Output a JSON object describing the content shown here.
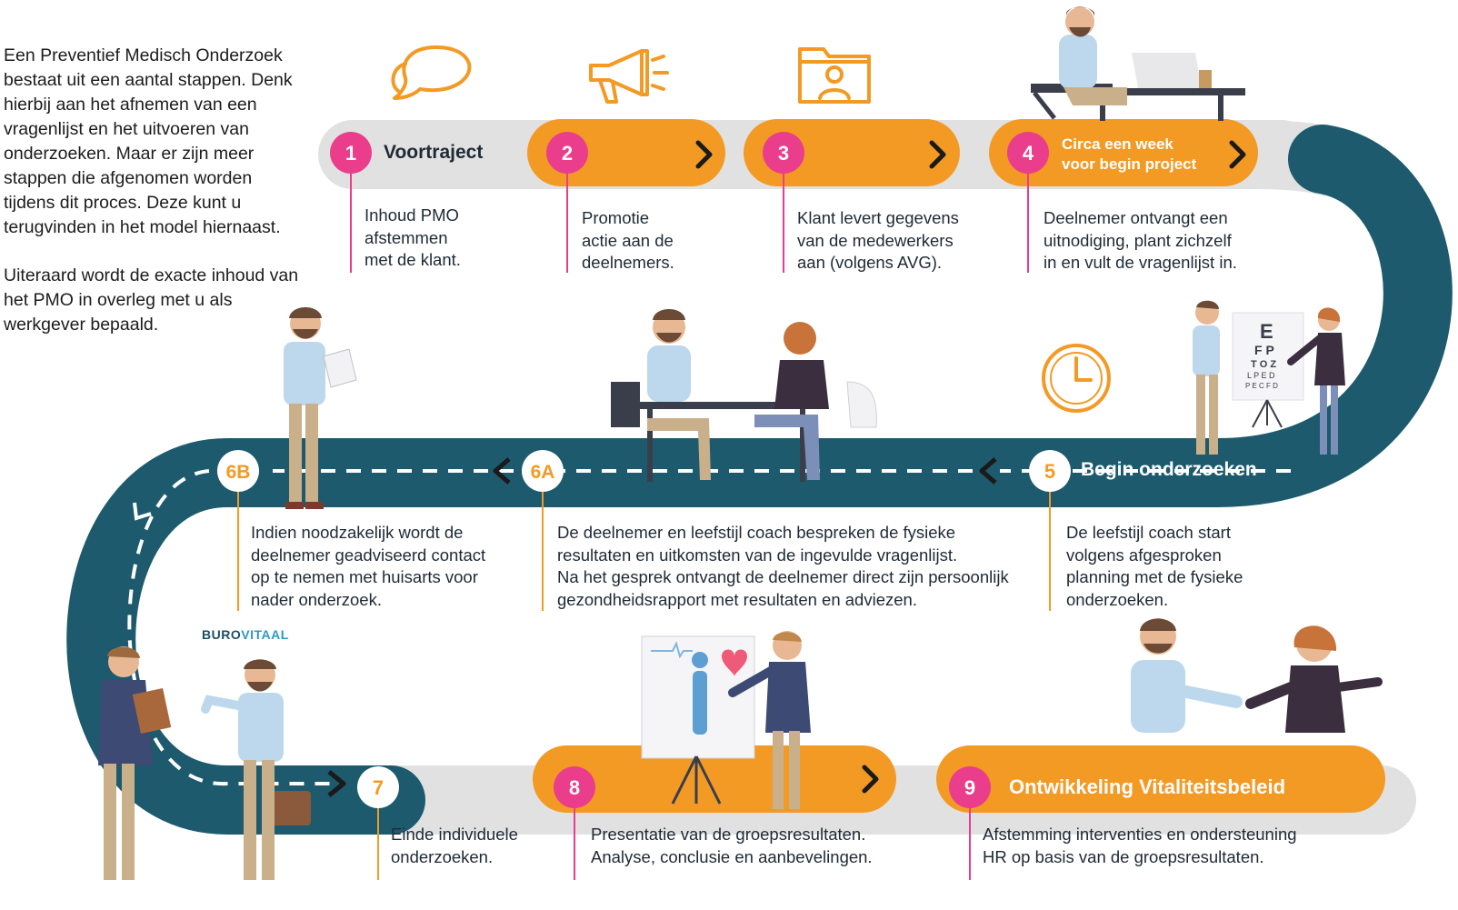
{
  "intro": {
    "paragraph1": "Een Preventief Medisch Onderzoek bestaat uit een aantal stappen. Denk hierbij aan het afnemen van een vragenlijst en het uitvoeren van onderzoeken. Maar er zijn meer stappen die afgenomen worden tijdens dit proces. Deze kunt u terugvinden in het model hiernaast.",
    "paragraph2": "Uiteraard wordt de exacte inhoud van het PMO in overleg met u als werkgever bepaald."
  },
  "steps": [
    {
      "badge": "1",
      "label": "Voortraject",
      "desc": [
        "Inhoud PMO",
        "afstemmen",
        "met de klant."
      ]
    },
    {
      "badge": "2",
      "label": "",
      "desc": [
        "Promotie",
        "actie aan de",
        "deelnemers."
      ]
    },
    {
      "badge": "3",
      "label": "",
      "desc": [
        "Klant levert gegevens",
        "van de medewerkers",
        "aan (volgens AVG)."
      ]
    },
    {
      "badge": "4",
      "label": [
        "Circa een week",
        "voor begin project"
      ],
      "desc": [
        "Deelnemer ontvangt een",
        "uitnodiging, plant zichzelf",
        "in en vult de vragenlijst in."
      ]
    },
    {
      "badge": "5",
      "label": "Begin onderzoeken",
      "desc": [
        "De leefstijl coach start",
        "volgens afgesproken",
        "planning met de fysieke",
        "onderzoeken."
      ]
    },
    {
      "badge": "6A",
      "label": "",
      "desc": [
        "De deelnemer en leefstijl coach bespreken de fysieke",
        "resultaten en uitkomsten van de ingevulde vragenlijst.",
        "Na het gesprek ontvangt de deelnemer direct zijn persoonlijk",
        "gezondheidsrapport met resultaten en adviezen."
      ]
    },
    {
      "badge": "6B",
      "label": "",
      "desc": [
        "Indien noodzakelijk wordt de",
        "deelnemer geadviseerd contact",
        "op te nemen met huisarts voor",
        "nader onderzoek."
      ]
    },
    {
      "badge": "7",
      "label": "",
      "desc": [
        "Einde individuele",
        "onderzoeken."
      ]
    },
    {
      "badge": "8",
      "label": "",
      "desc": [
        "Presentatie van de groepsresultaten.",
        "Analyse, conclusie en aanbevelingen."
      ]
    },
    {
      "badge": "9",
      "label": "Ontwikkeling Vitaliteitsbeleid",
      "desc": [
        "Afstemming interventies en ondersteuning",
        "HR op basis van de groepsresultaten."
      ]
    }
  ],
  "logo": {
    "part1": "BURO",
    "part2": "VITAAL"
  },
  "icons": [
    "chat-bubble-icon",
    "megaphone-icon",
    "folder-user-icon",
    "clock-icon"
  ],
  "colors": {
    "orange": "#f39a25",
    "pink": "#ea3d8b",
    "teal": "#1d5a6e",
    "grey": "#e1e1e1"
  }
}
